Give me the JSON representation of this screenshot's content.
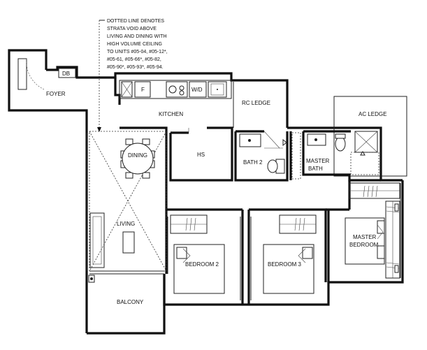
{
  "note": {
    "lines": [
      "DOTTED LINE DENOTES",
      "STRATA VOID ABOVE",
      "LIVING AND DINING WITH",
      "HIGH VOLUME CEILING",
      "TO UNITS #05-04, #05-12*,",
      "#05-61, #05-66*, #05-82,",
      "#05-90*, #05-93*, #05-94."
    ]
  },
  "rooms": {
    "foyer": "FOYER",
    "db": "DB",
    "fridge": "F",
    "washer_dryer": "W/D",
    "kitchen": "KITCHEN",
    "rc_ledge": "RC LEDGE",
    "ac_ledge": "AC LEDGE",
    "dining": "DINING",
    "hs": "HS",
    "bath2": "BATH 2",
    "master_bath_line1": "MASTER",
    "master_bath_line2": "BATH",
    "living": "LIVING",
    "master_bedroom_line1": "MASTER",
    "master_bedroom_line2": "BEDROOM",
    "bedroom2": "BEDROOM 2",
    "bedroom3": "BEDROOM 3",
    "balcony": "BALCONY"
  }
}
